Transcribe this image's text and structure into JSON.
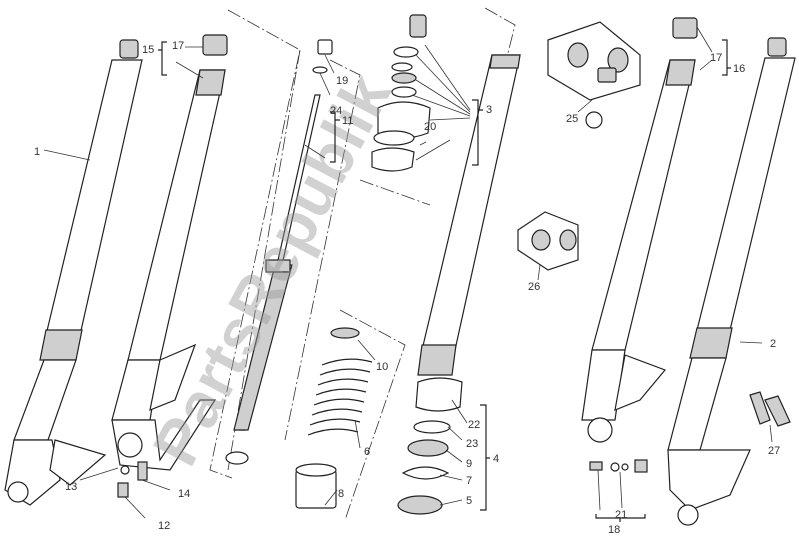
{
  "diagram": {
    "title": "Front fork exploded parts diagram",
    "watermark": "PartsRepublik",
    "labels": {
      "p1": "1",
      "p2": "2",
      "p3": "3",
      "p4": "4",
      "p5": "5",
      "p6": "6",
      "p7": "7",
      "p8": "8",
      "p9": "9",
      "p10": "10",
      "p11": "11",
      "p12": "12",
      "p13": "13",
      "p14": "14",
      "p15": "15",
      "p16": "16",
      "p17a": "17",
      "p17b": "17",
      "p18": "18",
      "p19": "19",
      "p20": "20",
      "p21": "21",
      "p22": "22",
      "p23": "23",
      "p24": "24",
      "p25": "25",
      "p26": "26",
      "p27": "27"
    }
  }
}
